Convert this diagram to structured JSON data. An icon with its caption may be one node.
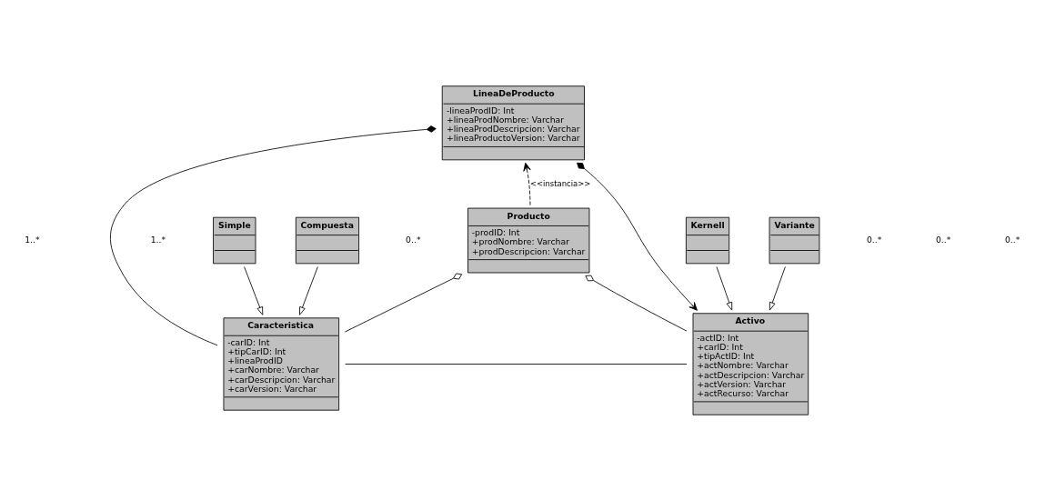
{
  "diagram": {
    "nodes": [
      {
        "text": [
          "LineaDeProducto",
          "-lineaProdID: Int",
          "+lineaProdNombre: Varchar",
          "+lineaProdDescripcion: Varchar",
          "+lineaProductoVersion: Varchar"
        ]
      },
      {
        "text": [
          "Producto",
          "-prodID: Int",
          "+prodNombre: Varchar",
          "+prodDescripcion: Varchar"
        ]
      },
      {
        "text": [
          "Caracteristica",
          "-carID: Int",
          "+tipCarID: Int",
          "+lineaProdID",
          "+carNombre: Varchar",
          "+carDescripcion: Varchar",
          "+carVersion: Varchar"
        ]
      },
      {
        "text": [
          "Activo",
          "-actID: Int",
          "+carID: Int",
          "+tipActID: Int",
          "+actNombre: Varchar",
          "+actDescripcion: Varchar",
          "+actVersion: Varchar",
          "+actRecurso: Varchar"
        ]
      },
      {
        "text": [
          "Simple"
        ]
      },
      {
        "text": [
          "Compuesta"
        ]
      },
      {
        "text": [
          "Kernell"
        ]
      },
      {
        "text": [
          "Variante"
        ]
      }
    ],
    "edges": [
      {
        "from": 0,
        "to": 3,
        "arrow": "to"
      },
      {
        "from": 0,
        "to": 2,
        "arrow": "other"
      },
      {
        "from": 1,
        "to": 0,
        "arrow": "to",
        "style": "dashed",
        "label": "<<instancia>>"
      },
      {
        "from": 1,
        "to": 2,
        "arrow": "other"
      },
      {
        "from": 1,
        "to": 3,
        "arrow": "other"
      },
      {
        "from": 2,
        "to": 3,
        "arrow": "none"
      },
      {
        "from": 4,
        "to": 2,
        "arrow": "to"
      },
      {
        "from": 5,
        "to": 2,
        "arrow": "to"
      },
      {
        "from": 6,
        "to": 3,
        "arrow": "to"
      },
      {
        "from": 7,
        "to": 3,
        "arrow": "to"
      }
    ],
    "labels": [
      "0..*",
      "0..*",
      "1..*",
      "0..*",
      "1..*",
      "0..*"
    ]
  }
}
